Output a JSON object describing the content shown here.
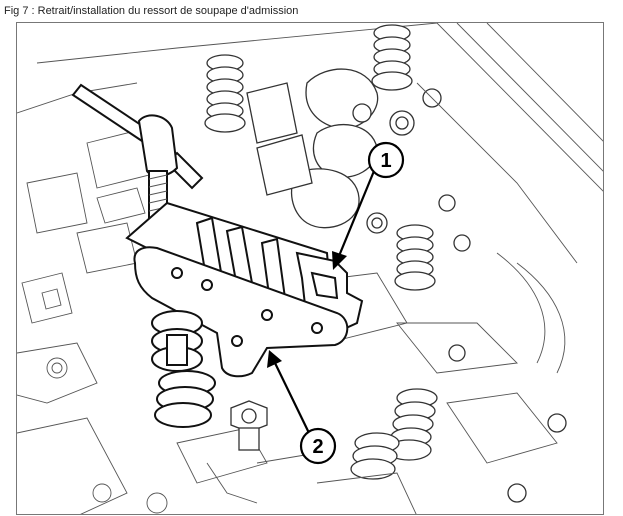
{
  "figure": {
    "caption": "Fig 7 : Retrait/installation du ressort de soupape d'admission"
  },
  "callouts": [
    {
      "id": "1",
      "label": "1"
    },
    {
      "id": "2",
      "label": "2"
    }
  ]
}
